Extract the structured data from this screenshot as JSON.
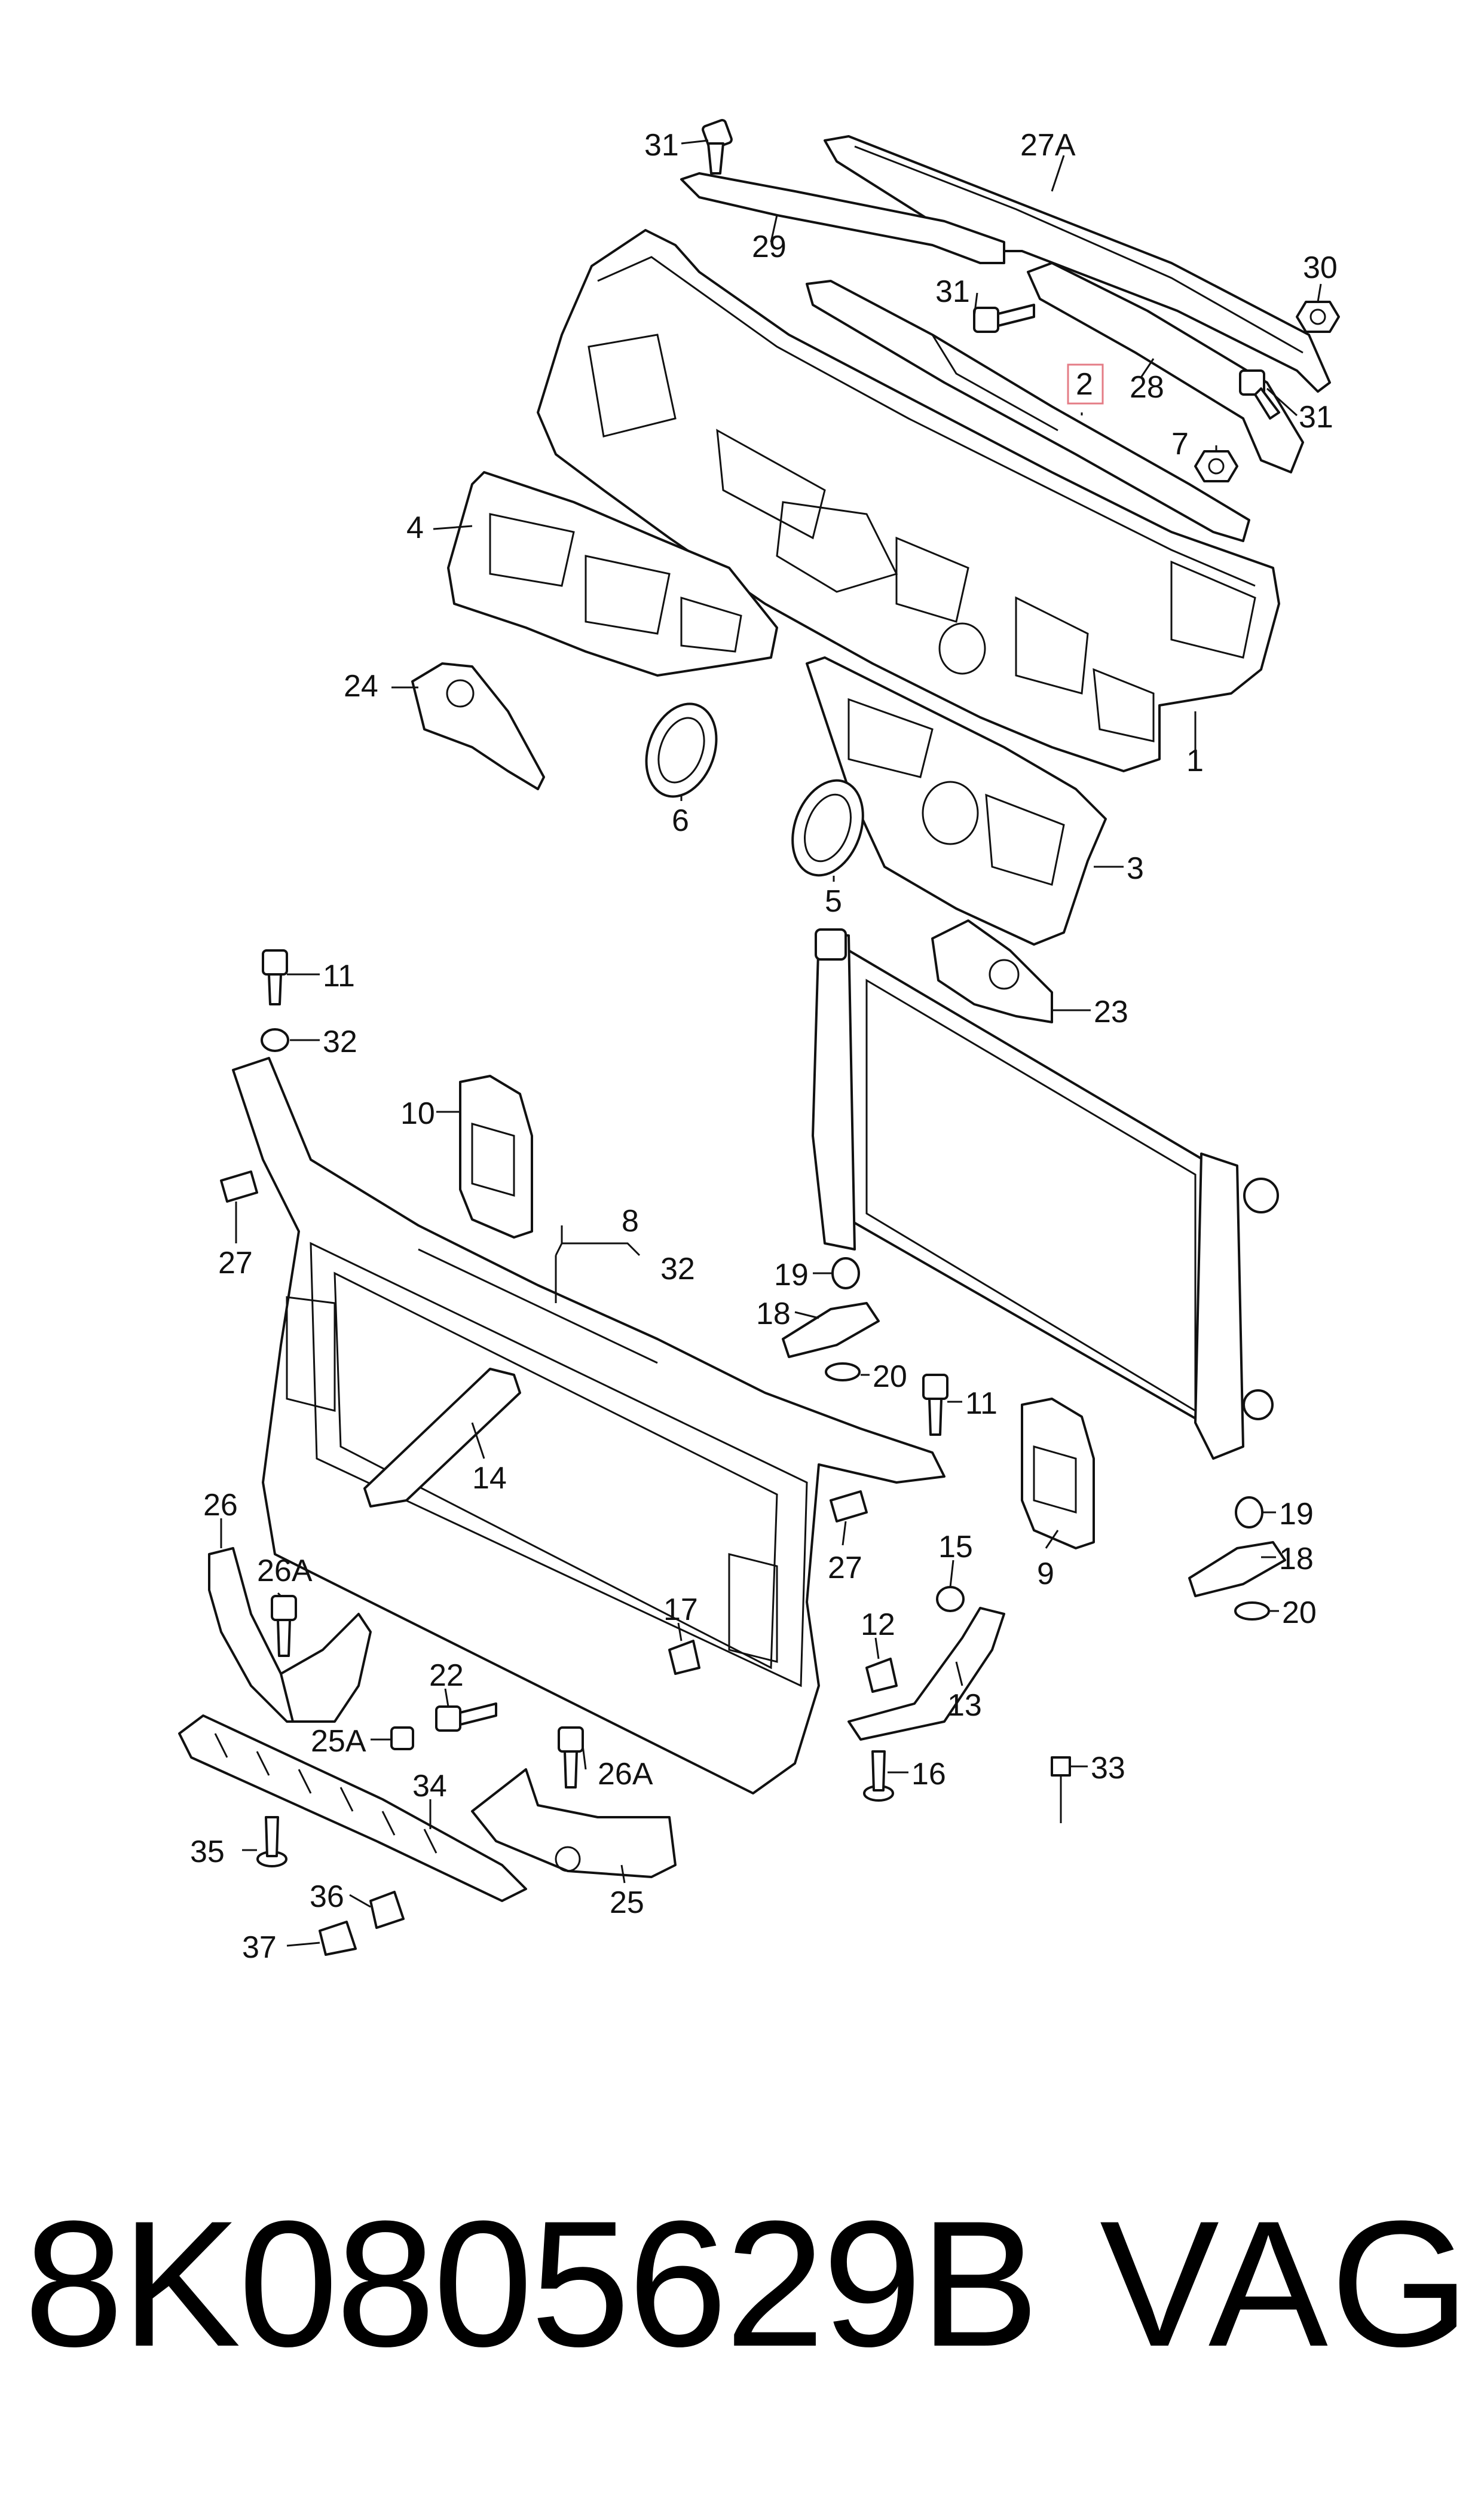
{
  "labels": [
    {
      "id": "l31a",
      "text": "31"
    },
    {
      "id": "l27A",
      "text": "27A"
    },
    {
      "id": "l29",
      "text": "29"
    },
    {
      "id": "l30",
      "text": "30"
    },
    {
      "id": "l31b",
      "text": "31"
    },
    {
      "id": "l28",
      "text": "28"
    },
    {
      "id": "l31c",
      "text": "31"
    },
    {
      "id": "l2",
      "text": "2"
    },
    {
      "id": "l7",
      "text": "7"
    },
    {
      "id": "l4",
      "text": "4"
    },
    {
      "id": "l1",
      "text": "1"
    },
    {
      "id": "l24",
      "text": "24"
    },
    {
      "id": "l6",
      "text": "6"
    },
    {
      "id": "l3",
      "text": "3"
    },
    {
      "id": "l5",
      "text": "5"
    },
    {
      "id": "l11a",
      "text": "11"
    },
    {
      "id": "l32a",
      "text": "32"
    },
    {
      "id": "l23",
      "text": "23"
    },
    {
      "id": "l10",
      "text": "10"
    },
    {
      "id": "l8",
      "text": "8"
    },
    {
      "id": "l32b",
      "text": "32"
    },
    {
      "id": "l27a",
      "text": "27"
    },
    {
      "id": "l19a",
      "text": "19"
    },
    {
      "id": "l18a",
      "text": "18"
    },
    {
      "id": "l20a",
      "text": "20"
    },
    {
      "id": "l11b",
      "text": "11"
    },
    {
      "id": "l14",
      "text": "14"
    },
    {
      "id": "l9",
      "text": "9"
    },
    {
      "id": "l19b",
      "text": "19"
    },
    {
      "id": "l18b",
      "text": "18"
    },
    {
      "id": "l20b",
      "text": "20"
    },
    {
      "id": "l26",
      "text": "26"
    },
    {
      "id": "l26Aa",
      "text": "26A"
    },
    {
      "id": "l27b",
      "text": "27"
    },
    {
      "id": "l15",
      "text": "15"
    },
    {
      "id": "l17",
      "text": "17"
    },
    {
      "id": "l12",
      "text": "12"
    },
    {
      "id": "l22",
      "text": "22"
    },
    {
      "id": "l13",
      "text": "13"
    },
    {
      "id": "l25A",
      "text": "25A"
    },
    {
      "id": "l26Ab",
      "text": "26A"
    },
    {
      "id": "l16",
      "text": "16"
    },
    {
      "id": "l33",
      "text": "33"
    },
    {
      "id": "l34",
      "text": "34"
    },
    {
      "id": "l35",
      "text": "35"
    },
    {
      "id": "l25",
      "text": "25"
    },
    {
      "id": "l36",
      "text": "36"
    },
    {
      "id": "l37",
      "text": "37"
    }
  ],
  "footer": {
    "part_number": "8K0805629B",
    "brand": "VAG"
  },
  "colors": {
    "highlight_box": "#e47c86",
    "line": "#111111",
    "background": "#ffffff"
  }
}
